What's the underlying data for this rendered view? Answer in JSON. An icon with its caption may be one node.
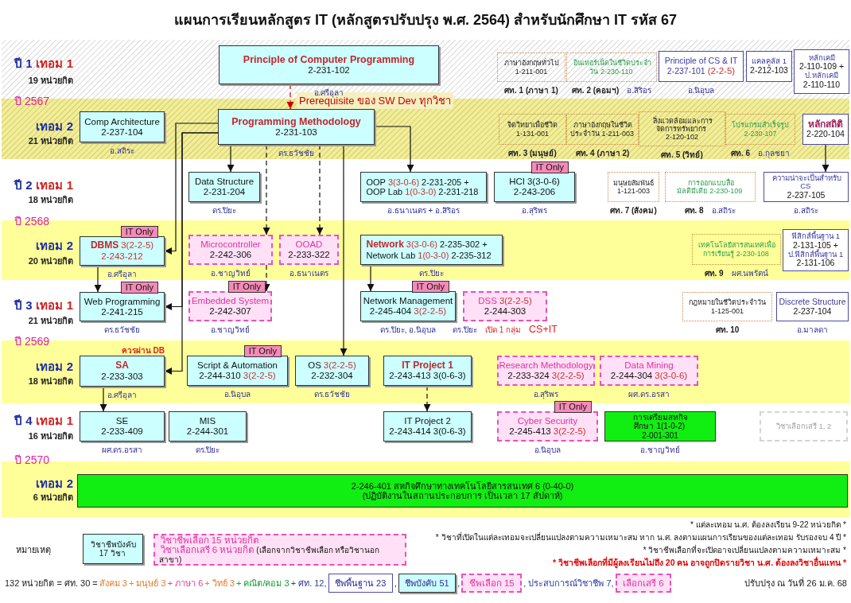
{
  "diagram": {
    "title": "แผนการเรียนหลักสูตร IT (หลักสูตรปรับปรุง พ.ศ. 2564)  สำหรับนักศึกษา IT รหัส 67",
    "nodes": [
      {
        "text": [
          "Principle of Computer Programming",
          "2-231-102"
        ],
        "beside": [
          "อ.ศรีอุลา"
        ]
      },
      {
        "text": [
          "ภาษาอังกฤษทั่วไป",
          "1-211-001"
        ],
        "beside": [
          "ศท. 1 (ภาษา 1)"
        ]
      },
      {
        "text": [
          "อินเทอร์เน็ตในชีวิตประจำวัน",
          "2-230-110"
        ],
        "beside": [
          "ศท. 2 (คอมฯ)",
          "อ.สิริอร"
        ]
      },
      {
        "text": [
          "Principle of CS & IT",
          "2-237-101",
          "(2-2-5)"
        ],
        "beside": [
          "อ.นิอุบล"
        ]
      },
      {
        "text": [
          "แคลคูลัส 1",
          "2-212-103"
        ]
      },
      {
        "text": [
          "หลักเคมี",
          "2-110-109 +",
          "ป.หลักเคมี",
          "2-110-110"
        ]
      },
      {
        "text": [
          "Comp Architecture",
          "2-237-104"
        ],
        "beside": [
          "อ.สถิระ"
        ]
      },
      {
        "text": [
          "Programming Methodology",
          "2-231-103"
        ],
        "beside": [
          "ดร.ธวัชชัย"
        ]
      },
      {
        "text": [
          "จิตวิทยาเพื่อชีวิต",
          "1-131-001"
        ],
        "beside": [
          "ศท. 3 (มนุษย์)"
        ]
      },
      {
        "text": [
          "ภาษาอังกฤษในชีวิตประจำวัน",
          "1-211-003"
        ],
        "beside": [
          "ศท. 4 (ภาษา 2)"
        ]
      },
      {
        "text": [
          "สิ่งแวดล้อมและการจัดการทรัพยากร",
          "2-120-102"
        ],
        "beside": [
          "ศท. 5 (วิทย์)"
        ]
      },
      {
        "text": [
          "โปรแกรมสำเร็จรูป",
          "2-230-107"
        ],
        "beside": [
          "ศท. 6",
          "อ.กุลชยา"
        ]
      },
      {
        "text": [
          "หลักสถิติ",
          "2-220-104"
        ]
      },
      {
        "text": [
          "Data Structure",
          "2-231-204"
        ],
        "beside": [
          "ดร.ปิยะ"
        ]
      },
      {
        "text": [
          "OOP",
          "3(3-0-6)",
          "2-231-205 +",
          "OOP Lab",
          "1(0-3-0)",
          "2-231-218"
        ],
        "beside": [
          "อ.ธนาเนตร + อ.สิริอร"
        ]
      },
      {
        "text": [
          "IT Only",
          "HCI",
          "3(3-0-6)",
          "2-243-206"
        ],
        "beside": [
          "อ.สุริพร"
        ]
      },
      {
        "text": [
          "มนุษยสัมพันธ์",
          "1-121-003"
        ],
        "beside": [
          "ศท. 7 (สังคม)"
        ]
      },
      {
        "text": [
          "การออกแบบสื่อมัลติมีเดีย",
          "2-230-109"
        ],
        "beside": [
          "ศท. 8",
          "อ.สถิระ"
        ]
      },
      {
        "text": [
          "ความน่าจะเป็นสำหรับ CS",
          "2-237-105"
        ],
        "beside": [
          "อ.สถิระ"
        ]
      },
      {
        "text": [
          "IT Only",
          "DBMS",
          "3(2-2-5)",
          "2-243-212"
        ],
        "beside": [
          "อ.ศรีอุลา"
        ]
      },
      {
        "text": [
          "Microcontroller",
          "2-242-306"
        ],
        "beside": [
          "อ.ชาญวิทย์"
        ]
      },
      {
        "text": [
          "OOAD",
          "2-233-322"
        ],
        "beside": [
          "อ.ธนาเนตร"
        ]
      },
      {
        "text": [
          "Network",
          "3(3-0-6)",
          "2-235-302 +",
          "Network Lab",
          "1(0-3-0)",
          "2-235-312"
        ],
        "beside": [
          "ดร.ปิยะ"
        ]
      },
      {
        "text": [
          "เทคโนโลยีสารสนเทศเพื่อการเรียนรู้",
          "2-230-108"
        ],
        "beside": [
          "ศท. 9",
          "ผศ.นพรัตน์"
        ]
      },
      {
        "text": [
          "ฟิสิกส์พื้นฐาน 1",
          "2-131-105 +",
          "ป.ฟิสิกส์พื้นฐาน 1",
          "2-131-106"
        ]
      },
      {
        "text": [
          "IT Only",
          "Web Programming",
          "2-241-215"
        ],
        "beside": [
          "ดร.ธวัชชัย"
        ]
      },
      {
        "text": [
          "IT Only",
          "Embedded System",
          "2-242-307"
        ],
        "beside": [
          "อ.ชาญวิทย์"
        ]
      },
      {
        "text": [
          "IT Only",
          "Network Management",
          "2-245-404",
          "3(2-2-5)"
        ],
        "beside": [
          "ดร.ปิยะ, อ.นิอุบล"
        ]
      },
      {
        "text": [
          "DSS",
          "3(2-2-5)",
          "2-244-303"
        ],
        "beside": [
          "ดร.ปิยะ",
          "เปิด 1 กลุ่ม",
          "CS+IT"
        ]
      },
      {
        "text": [
          "กฎหมายในชีวิตประจำวัน",
          "1-125-001"
        ],
        "beside": [
          "ศท. 10"
        ]
      },
      {
        "text": [
          "Discrete Structure",
          "2-237-104"
        ],
        "beside": [
          "อ.มาลดา"
        ]
      },
      {
        "text": [
          "SA",
          "2-233-303"
        ],
        "beside": [
          "ควรผ่าน DB",
          "อ.ศรีอุลา"
        ]
      },
      {
        "text": [
          "IT Only",
          "Script & Automation",
          "2-244-310",
          "3(2-2-5)"
        ],
        "beside": [
          "อ.นิอุบล"
        ]
      },
      {
        "text": [
          "OS",
          "3(2-2-5)",
          "2-232-304"
        ],
        "beside": [
          "ดร.ธวัชชัย"
        ]
      },
      {
        "text": [
          "IT Project 1",
          "2-243-413",
          "3(0-6-3)"
        ]
      },
      {
        "text": [
          "Research Methodology",
          "2-233-324",
          "3(2-2-5)"
        ],
        "beside": [
          "อ.สุริพร"
        ]
      },
      {
        "text": [
          "Data Mining",
          "2-244-304",
          "3(3-0-6)"
        ],
        "beside": [
          "ผศ.ดร.อรสา"
        ]
      },
      {
        "text": [
          "SE",
          "2-233-409"
        ],
        "beside": [
          "ผศ.ดร.อรสา"
        ]
      },
      {
        "text": [
          "MIS",
          "2-244-301"
        ],
        "beside": [
          "ดร.ปิยะ"
        ]
      },
      {
        "text": [
          "IT Project 2",
          "2-243-414",
          "3(0-6-3)"
        ]
      },
      {
        "text": [
          "IT Only",
          "Cyber Security",
          "2-245-413",
          "3(2-2-5)"
        ],
        "beside": [
          "อ.นิอุบล"
        ]
      },
      {
        "text": [
          "การเตรียมสหกิจศึกษา",
          "1(1-0-2)",
          "2-001-301"
        ],
        "beside": [
          "อ.ชาญวิทย์"
        ]
      },
      {
        "text": [
          "วิชาเลือกเสรี 1, 2"
        ]
      },
      {
        "text": [
          "2-246-401  สหกิจศึกษาทางเทคโนโลยีสารสนเทศ  6 (0-40-0)",
          "(ปฏิบัติงานในสถานประกอบการ เป็นเวลา 17 สัปดาห์)"
        ]
      },
      {
        "text": [
          "วิชาชีพบังคับ 17 วิชา"
        ]
      },
      {
        "text": [
          "วิชาชีพเลือก  15 หน่วยกิต",
          "วิชาเลือกเสรี  6 หน่วยกิต",
          "(เลือกจากวิชาชีพเลือก หรือวิชานอกสาขา)"
        ]
      },
      {
        "text": [
          "ชีพพื้นฐาน 23"
        ]
      },
      {
        "text": [
          "ชีพบังคับ 51"
        ]
      },
      {
        "text": [
          "ชีพเลือก 15"
        ]
      },
      {
        "text": [
          "เลือกเสรี 6"
        ]
      }
    ],
    "edges": [
      {
        "from": 0,
        "to": 7,
        "arrow": "to",
        "label": "Prerequisite ของ SW Dev ทุกวิชา",
        "style": "dashed",
        "color": "#cc0000"
      },
      {
        "from": 7,
        "to": 13,
        "arrow": "to"
      },
      {
        "from": 7,
        "to": 20,
        "arrow": "to",
        "style": "dashed"
      },
      {
        "from": 7,
        "to": 21,
        "arrow": "to",
        "style": "dashed"
      },
      {
        "from": 20,
        "to": 26,
        "arrow": "to",
        "style": "dashed"
      },
      {
        "from": 7,
        "to": 33,
        "arrow": "to"
      },
      {
        "from": 7,
        "to": 14,
        "arrow": "to"
      },
      {
        "from": 7,
        "to": 19,
        "arrow": "to"
      },
      {
        "from": 7,
        "to": 25,
        "arrow": "to"
      },
      {
        "from": 7,
        "to": 31,
        "arrow": "to"
      },
      {
        "from": 12,
        "to": 18,
        "arrow": "to"
      },
      {
        "from": 19,
        "to": 25,
        "arrow": "to"
      },
      {
        "from": 22,
        "to": 27,
        "arrow": "to"
      },
      {
        "from": 31,
        "to": 37,
        "arrow": "to"
      },
      {
        "from": 34,
        "to": 39,
        "arrow": "to",
        "style": "dashed"
      }
    ],
    "labels": [
      "ปี 1",
      "เทอม 1",
      "19 หน่วยกิต",
      "ปี 2567",
      "เทอม 2",
      "21 หน่วยกิต",
      "ปี 2",
      "เทอม 1",
      "18 หน่วยกิต",
      "ปี 2568",
      "เทอม 2",
      "20 หน่วยกิต",
      "ปี 3",
      "เทอม 1",
      "21 หน่วยกิต",
      "ปี 2569",
      "เทอม 2",
      "18 หน่วยกิต",
      "ปี 4",
      "เทอม 1",
      "16 หน่วยกิต",
      "ปี 2570",
      "เทอม 2",
      "6 หน่วยกิต",
      "* แต่ละเทอม น.ศ. ต้องลงเรียน 9-22 หน่วยกิต *",
      "* วิชาที่เปิดในแต่ละเทอมจะเปลี่ยนแปลงตามความเหมาะสม หาก น.ศ. ลงตามแผนการเรียนของแต่ละเทอม รับรองจบ 4 ปี *",
      "หมายเหตุ",
      "* วิชาชีพเลือกที่จะเปิดอาจเปลี่ยนแปลงตามความเหมาะสม *",
      "* วิชาชีพเลือกที่มีผู้ลงเรียนไม่ถึง 20 คน อาจถูกปิดรายวิชา น.ศ. ต้องลงวิชาอื่นแทน *",
      "132 หน่วยกิต = ศท. 30 =",
      "สังคม 3",
      "+ มนุษย์ 3",
      "+ ภาษา 6",
      "+ วิทย์ 3",
      "+ คณิต/คอม 3",
      "+ ศท. 12,",
      ",",
      ",",
      ", ประสบการณ์วิชาชีพ 7,",
      "ปรับปรุง ณ วันที่ 26 ม.ค. 68"
    ]
  }
}
